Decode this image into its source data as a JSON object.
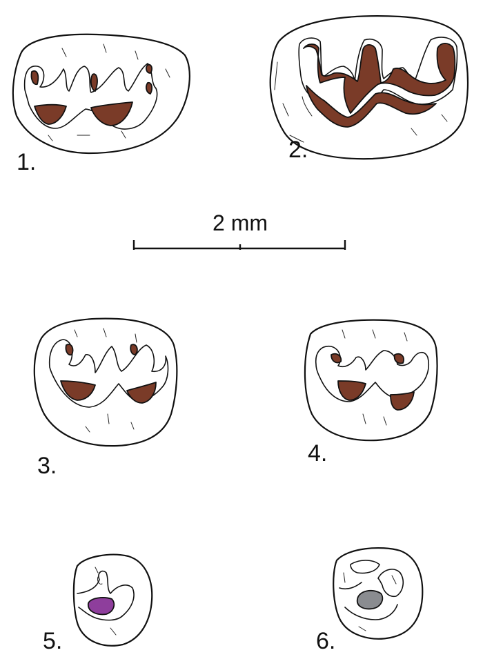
{
  "colors": {
    "dentine": "#7a3b28",
    "specimen5_fill": "#8e3e9c",
    "specimen6_fill": "#8a8c90",
    "ink": "#111111"
  },
  "scale_bar": {
    "label": "2 mm"
  },
  "specimens": [
    {
      "label": "1."
    },
    {
      "label": "2."
    },
    {
      "label": "3."
    },
    {
      "label": "4."
    },
    {
      "label": "5."
    },
    {
      "label": "6."
    }
  ]
}
